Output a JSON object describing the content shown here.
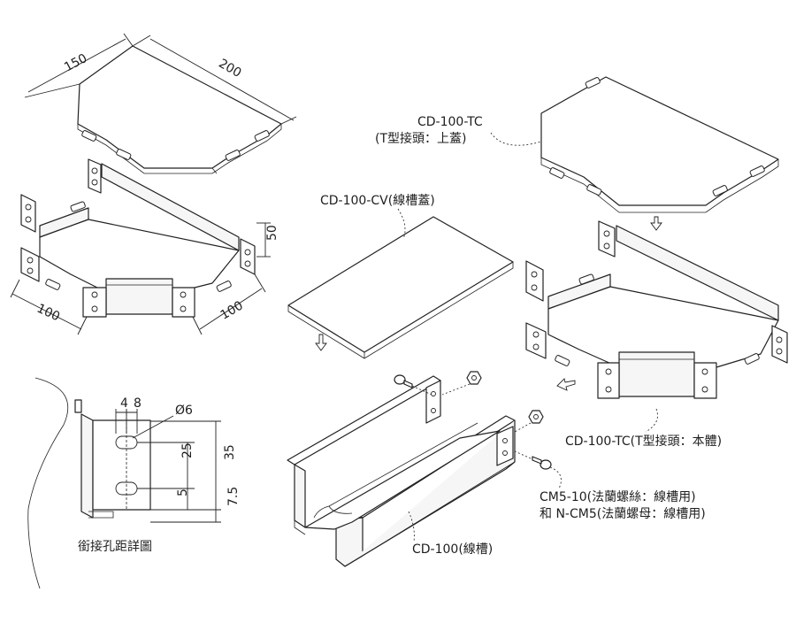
{
  "diagram": {
    "top_cover_dimensions": {
      "width": "150",
      "length": "200"
    },
    "tee_body_dimensions": {
      "height": "50",
      "left_branch": "100",
      "right_branch": "100"
    },
    "labels": {
      "cover_tc_code": "CD-100-TC",
      "cover_tc_desc": "(T型接頭：上蓋)",
      "cover_cv": "CD-100-CV(線槽蓋)",
      "body_tc": "CD-100-TC(T型接頭：本體)",
      "bolt_line1": "CM5-10(法蘭螺絲：線槽用)",
      "bolt_line2": "和 N-CM5(法蘭螺母：線槽用)",
      "channel": "CD-100(線槽)",
      "hole_detail_title": "銜接孔距詳圖"
    },
    "hole_detail_dimensions": {
      "d4": "4",
      "d8": "8",
      "diameter": "Ø6",
      "d25": "25",
      "d5": "5",
      "d35": "35",
      "d7_5": "7.5"
    }
  }
}
